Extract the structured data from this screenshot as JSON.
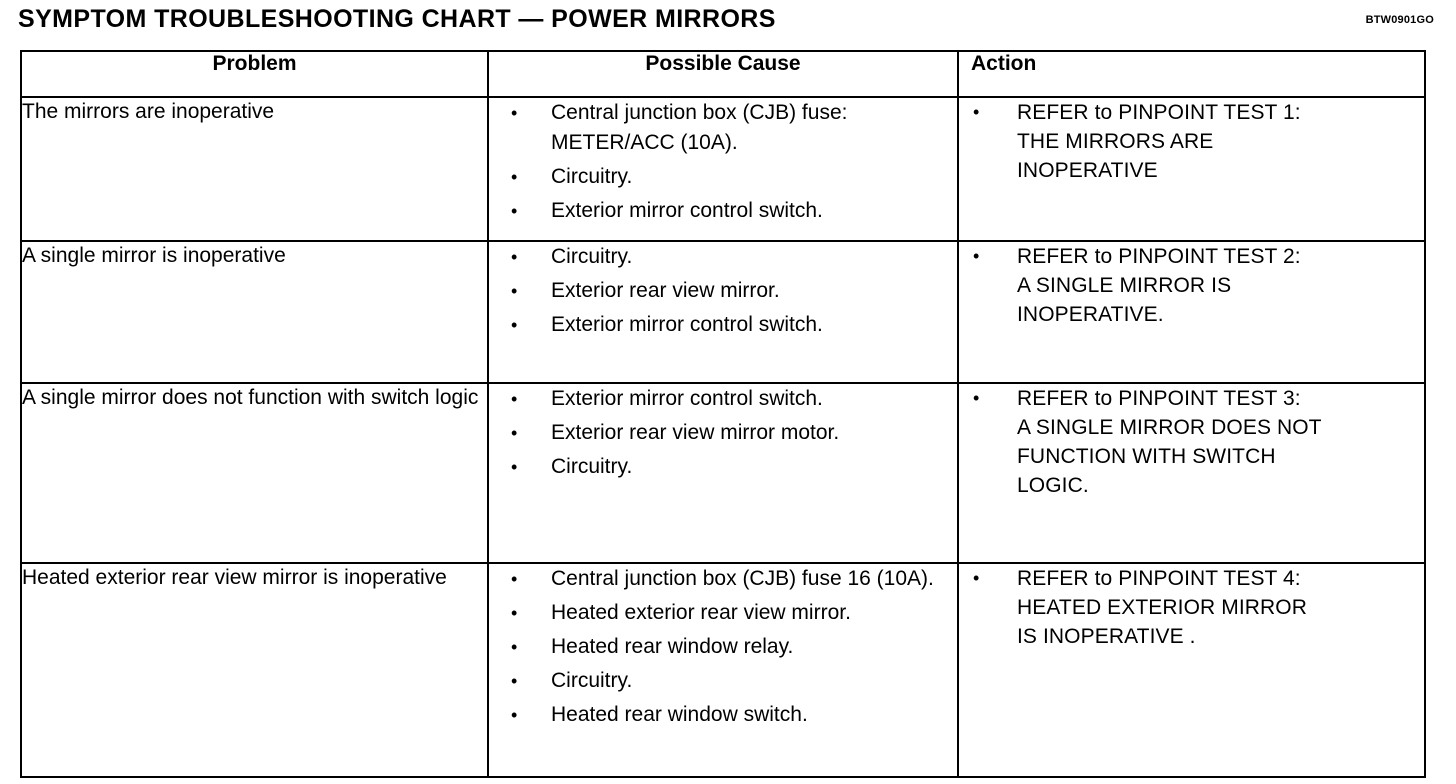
{
  "header": {
    "title": "SYMPTOM TROUBLESHOOTING CHART — POWER MIRRORS",
    "code": "BTW0901GO"
  },
  "table": {
    "columns": [
      {
        "key": "problem",
        "label": "Problem",
        "align": "center"
      },
      {
        "key": "possible_cause",
        "label": "Possible Cause",
        "align": "center"
      },
      {
        "key": "action",
        "label": "Action",
        "align": "left"
      }
    ],
    "rows": [
      {
        "problem": "The mirrors are inoperative",
        "possible_cause": [
          "Central junction box (CJB) fuse: METER/ACC (10A).",
          "Circuitry.",
          "Exterior mirror control switch."
        ],
        "action": [
          "REFER to PINPOINT TEST 1: THE MIRRORS ARE INOPERATIVE"
        ],
        "action_lines": [
          "REFER to PINPOINT TEST 1:",
          "THE MIRRORS ARE",
          "INOPERATIVE"
        ]
      },
      {
        "problem": "A single mirror is inoperative",
        "possible_cause": [
          "Circuitry.",
          "Exterior rear view mirror.",
          "Exterior mirror control switch."
        ],
        "action": [
          "REFER to PINPOINT TEST 2: A SINGLE MIRROR IS INOPERATIVE."
        ],
        "action_lines": [
          "REFER to PINPOINT TEST 2:",
          "A SINGLE MIRROR IS",
          "INOPERATIVE."
        ]
      },
      {
        "problem": "A single mirror does not function with switch logic",
        "possible_cause": [
          "Exterior mirror control switch.",
          "Exterior rear view mirror motor.",
          "Circuitry."
        ],
        "action": [
          "REFER to PINPOINT TEST 3: A SINGLE MIRROR DOES NOT FUNCTION WITH SWITCH LOGIC."
        ],
        "action_lines": [
          "REFER to PINPOINT TEST 3:",
          "A SINGLE MIRROR DOES NOT",
          "FUNCTION WITH SWITCH",
          "LOGIC."
        ]
      },
      {
        "problem": "Heated exterior rear view mirror is inoperative",
        "possible_cause": [
          "Central junction box (CJB) fuse 16 (10A).",
          "Heated exterior rear view mirror.",
          "Heated rear window relay.",
          "Circuitry.",
          "Heated rear window switch."
        ],
        "action": [
          "REFER to PINPOINT TEST 4: HEATED EXTERIOR MIRROR IS INOPERATIVE ."
        ],
        "action_lines": [
          "REFER to PINPOINT TEST 4:",
          "HEATED EXTERIOR MIRROR",
          "IS INOPERATIVE ."
        ]
      }
    ]
  },
  "colors": {
    "ink": "#000000",
    "paper": "#ffffff"
  }
}
